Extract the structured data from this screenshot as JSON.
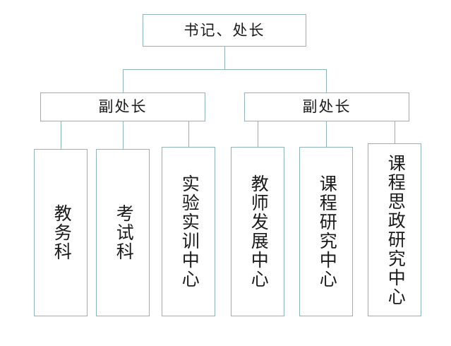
{
  "diagram": {
    "type": "organizational-chart",
    "orientation": "top-down",
    "levels": 3,
    "colors": {
      "box_border": "#8fb3bb",
      "box_fill": "#ffffff",
      "connector": "#8fb3bb",
      "text": "#1a1a1a",
      "background": "#ffffff"
    },
    "root": {
      "label": "书记、处长"
    },
    "deputies": [
      {
        "label": "副处长"
      },
      {
        "label": "副处长"
      }
    ],
    "units": [
      {
        "label": "教务科",
        "parent": 0
      },
      {
        "label": "考试科",
        "parent": 0
      },
      {
        "label": "实验实训中心",
        "parent": 0
      },
      {
        "label": "教师发展中心",
        "parent": 1
      },
      {
        "label": "课程研究中心",
        "parent": 1
      },
      {
        "label": "课程思政研究中心",
        "parent": 1
      }
    ]
  }
}
